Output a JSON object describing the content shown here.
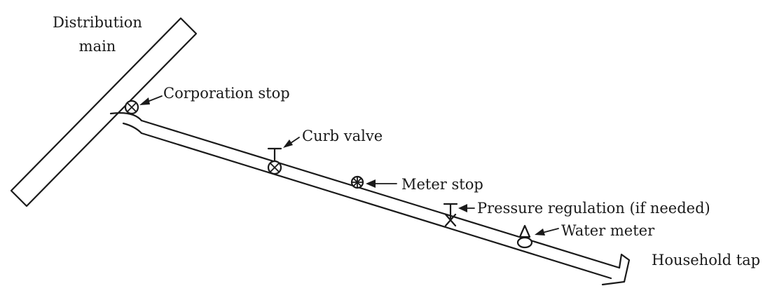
{
  "labels": {
    "distribution_main_line1": "Distribution",
    "distribution_main_line2": "main",
    "corporation_stop": "Corporation stop",
    "curb_valve": "Curb valve",
    "meter_stop": "Meter stop",
    "pressure_regulation": "Pressure regulation (if needed)",
    "water_meter": "Water meter",
    "household_tap": "Household tap"
  },
  "colors": {
    "ink": "#1a1a1a",
    "background": "#ffffff"
  },
  "icons": {
    "corporation_stop": "valve-cross-circle-icon",
    "curb_valve": "valve-cross-circle-icon",
    "meter_stop": "valve-asterisk-circle-icon",
    "pressure_regulation": "pressure-regulator-icon",
    "water_meter": "water-meter-icon",
    "household_tap": "tap-zigzag-icon"
  }
}
